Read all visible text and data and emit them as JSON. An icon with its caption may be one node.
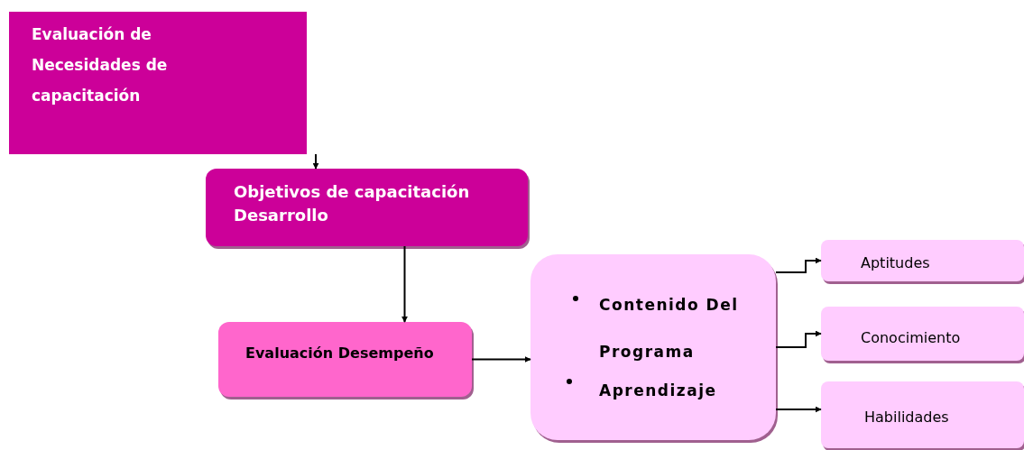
{
  "diagram": {
    "nodes": [
      {
        "text": [
          "Evaluación de Necesidades de capacitación"
        ]
      },
      {
        "text": [
          "Objetivos de capacitación",
          "Desarrollo"
        ]
      },
      {
        "text": [
          "Evaluación Desempeño"
        ]
      },
      {
        "text": [
          "Contenido Del Programa",
          "Aprendizaje"
        ]
      },
      {
        "text": [
          "Aptitudes"
        ]
      },
      {
        "text": [
          "Conocimiento"
        ]
      },
      {
        "text": [
          "Habilidades"
        ]
      }
    ],
    "edges": [
      {
        "from": 0,
        "to": 1,
        "arrow": "to"
      },
      {
        "from": 1,
        "to": 2,
        "arrow": "to"
      },
      {
        "from": 2,
        "to": 3,
        "arrow": "to"
      },
      {
        "from": 3,
        "to": 4,
        "arrow": "to"
      },
      {
        "from": 3,
        "to": 5,
        "arrow": "to"
      },
      {
        "from": 3,
        "to": 6,
        "arrow": "to"
      }
    ]
  }
}
